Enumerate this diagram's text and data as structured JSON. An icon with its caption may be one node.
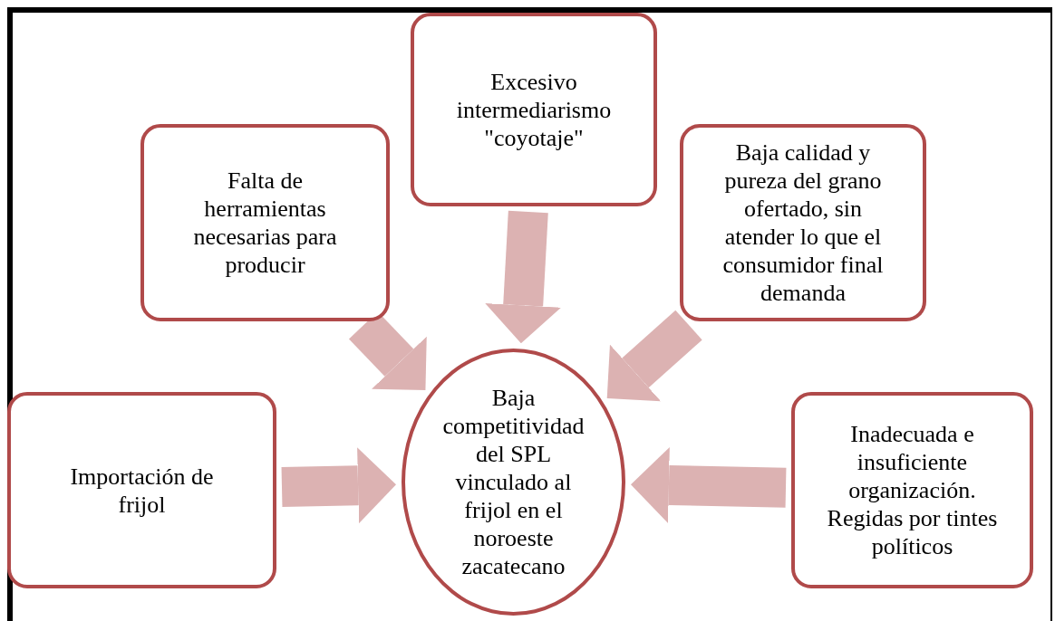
{
  "diagram": {
    "nodes": [
      {
        "text": [
          "Excesivo intermediarismo \"coyotaje\""
        ]
      },
      {
        "text": [
          "Falta de herramientas necesarias para producir"
        ]
      },
      {
        "text": [
          "Baja calidad y pureza del grano ofertado, sin atender lo que el consumidor final demanda"
        ]
      },
      {
        "text": [
          "Importación de frijol"
        ]
      },
      {
        "text": [
          "Baja competitividad del SPL vinculado al frijol en el noroeste zacatecano"
        ]
      },
      {
        "text": [
          "Inadecuada e insuficiente organización. Regidas por tintes políticos"
        ]
      }
    ],
    "edges": [
      {
        "from": 0,
        "to": 4,
        "arrow": "to"
      },
      {
        "from": 1,
        "to": 4,
        "arrow": "to"
      },
      {
        "from": 2,
        "to": 4,
        "arrow": "to"
      },
      {
        "from": 3,
        "to": 4,
        "arrow": "to"
      },
      {
        "from": 5,
        "to": 4,
        "arrow": "to"
      }
    ]
  }
}
